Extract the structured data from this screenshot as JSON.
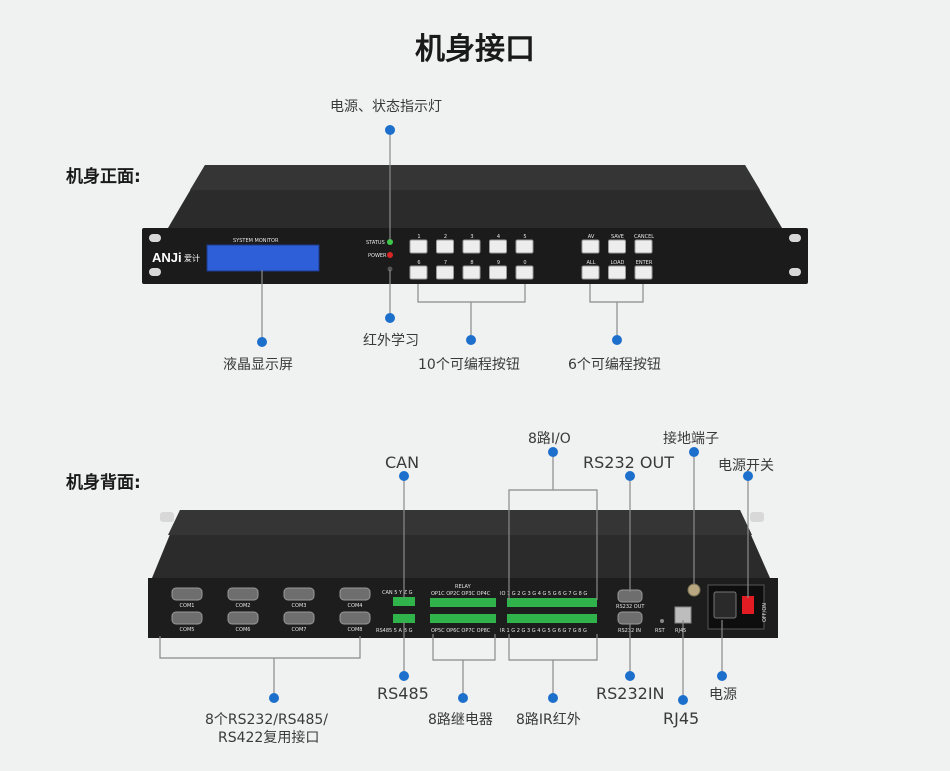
{
  "title": "机身接口",
  "front": {
    "heading": "机身正面:",
    "brand": "ANJi",
    "brand_cn": "爱计",
    "lcd_label": "SYSTEM MONITOR",
    "status_label": "STATUS",
    "power_label": "POWER",
    "keys_row1": [
      "1",
      "2",
      "3",
      "4",
      "5"
    ],
    "keys_row2": [
      "6",
      "7",
      "8",
      "9",
      "0"
    ],
    "func_row1": [
      "AV",
      "SAVE",
      "CANCEL"
    ],
    "func_row2": [
      "ALL",
      "LOAD",
      "ENTER"
    ],
    "callouts": {
      "indicator": "电源、状态指示灯",
      "lcd": "液晶显示屏",
      "ir_learn": "红外学习",
      "ten_buttons": "10个可编程按钮",
      "six_buttons": "6个可编程按钮"
    }
  },
  "back": {
    "heading": "机身背面:",
    "com_ports": [
      "COM1",
      "COM2",
      "COM3",
      "COM4",
      "COM5",
      "COM6",
      "COM7",
      "COM8"
    ],
    "can_label": "CAN 5 Y Z G",
    "rs485_label": "RS485 5 A B G",
    "relay_label": "RELAY",
    "relay_top": "OP1C OP2C OP3C OP4C",
    "relay_bottom": "OP5C OP6C OP7C OP8C",
    "io_label": "IO 1 G 2 G 3 G 4 G 5 G 6 G 7 G 8 G",
    "ir_label": "IR 1 G 2 G 3 G 4 G 5 G 6 G 7 G 8 G",
    "rs232out_label": "RS232 OUT",
    "rs232in_label": "RS232 IN",
    "rst_label": "RST",
    "rj45_label": "RJ45",
    "offon_label": "OFF/ON",
    "callouts": {
      "can": "CAN",
      "io": "8路I/O",
      "rs232out": "RS232 OUT",
      "ground": "接地端子",
      "power_switch": "电源开关",
      "rs485": "RS485",
      "relay": "8路继电器",
      "ir": "8路IR红外",
      "rs232in": "RS232IN",
      "rj45": "RJ45",
      "power": "电源",
      "com_line1": "8个RS232/RS485/",
      "com_line2": "RS422复用接口"
    }
  }
}
